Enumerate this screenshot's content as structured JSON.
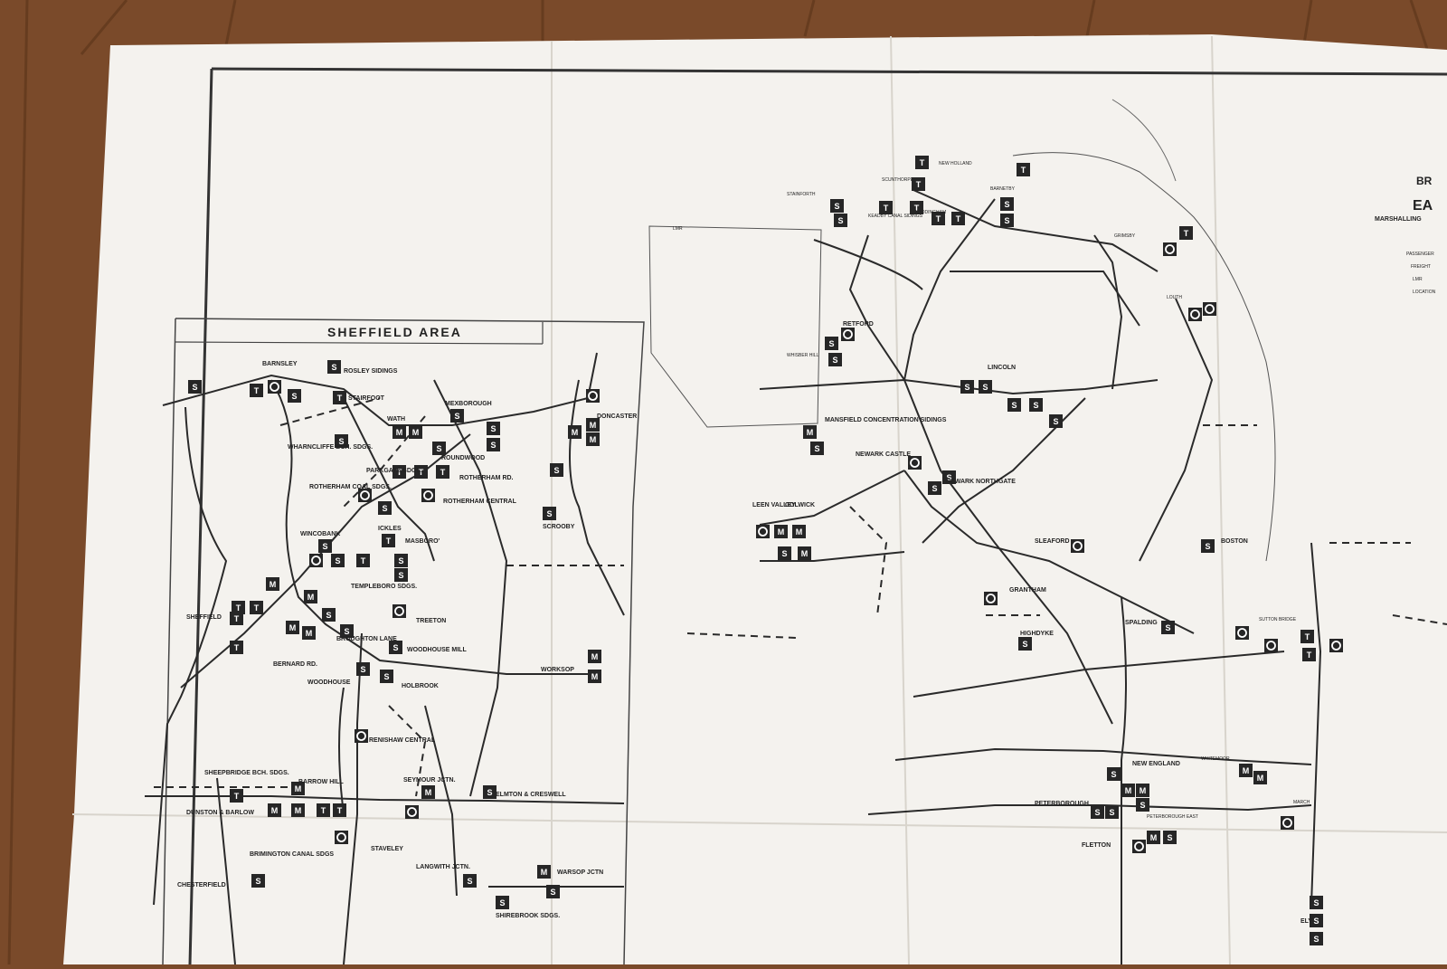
{
  "map": {
    "inset_title": "SHEFFIELD AREA",
    "header_fragments": [
      "BR",
      "EA",
      "MARSHALLING"
    ],
    "legend_fragments": [
      "PASSENGER",
      "FREIGHT",
      "LMR",
      "LOCATION"
    ]
  },
  "colors": {
    "table_wood": "#7a4a2a",
    "paper": "#f4f2ee",
    "ink": "#2a2a2a"
  },
  "sheffield_labels": [
    "BARNSLEY",
    "ROSLEY SIDINGS",
    "STAIRFOOT",
    "WATH",
    "MEXBOROUGH",
    "DONCASTER",
    "WHARNCLIFFE BCH. SDGS.",
    "ROUNDWOOD",
    "PARKGATE SDGS.",
    "ROTHERHAM RD.",
    "ROTHERHAM COAL SDGS.",
    "ROTHERHAM CENTRAL",
    "WINCOBANK",
    "ICKLES",
    "MASBORO'",
    "TEMPLEBORO SDGS.",
    "SCROOBY",
    "SHEFFIELD",
    "TREETON",
    "BROUGHTON LANE",
    "BERNARD RD.",
    "WOODHOUSE MILL",
    "WORKSOP",
    "WOODHOUSE",
    "HOLBROOK",
    "RENISHAW CENTRAL",
    "SHEEPBRIDGE BCH. SDGS.",
    "BARROW HILL",
    "SEYMOUR JCTN.",
    "ELMTON & CRESWELL",
    "DUNSTON & BARLOW",
    "STAVELEY",
    "BRIMINGTON CANAL SDGS",
    "CHESTERFIELD",
    "LANGWITH JCTN.",
    "WARSOP JCTN",
    "SHIREBROOK SDGS."
  ],
  "east_labels": [
    "STAINFORTH",
    "SCUNTHORPE",
    "KEADBY CANAL SIDINGS",
    "FRODINGHAM",
    "NEW HOLLAND",
    "BARNETBY",
    "GRIMSBY",
    "LOUTH",
    "RETFORD",
    "WHISBER HILL",
    "LINCOLN",
    "MANSFIELD CONCENTRATION SIDINGS",
    "NEWARK CASTLE",
    "NEWARK NORTHGATE",
    "LEEN VALLEY",
    "COLWICK",
    "SLEAFORD",
    "BOSTON",
    "GRANTHAM",
    "HIGHDYKE",
    "SPALDING",
    "SUTTON BRIDGE",
    "NEW ENGLAND",
    "WHITEMOOR",
    "PETERBOROUGH",
    "PETERBOROUGH EAST",
    "FLETTON",
    "MARCH",
    "ELY",
    "LMR"
  ]
}
